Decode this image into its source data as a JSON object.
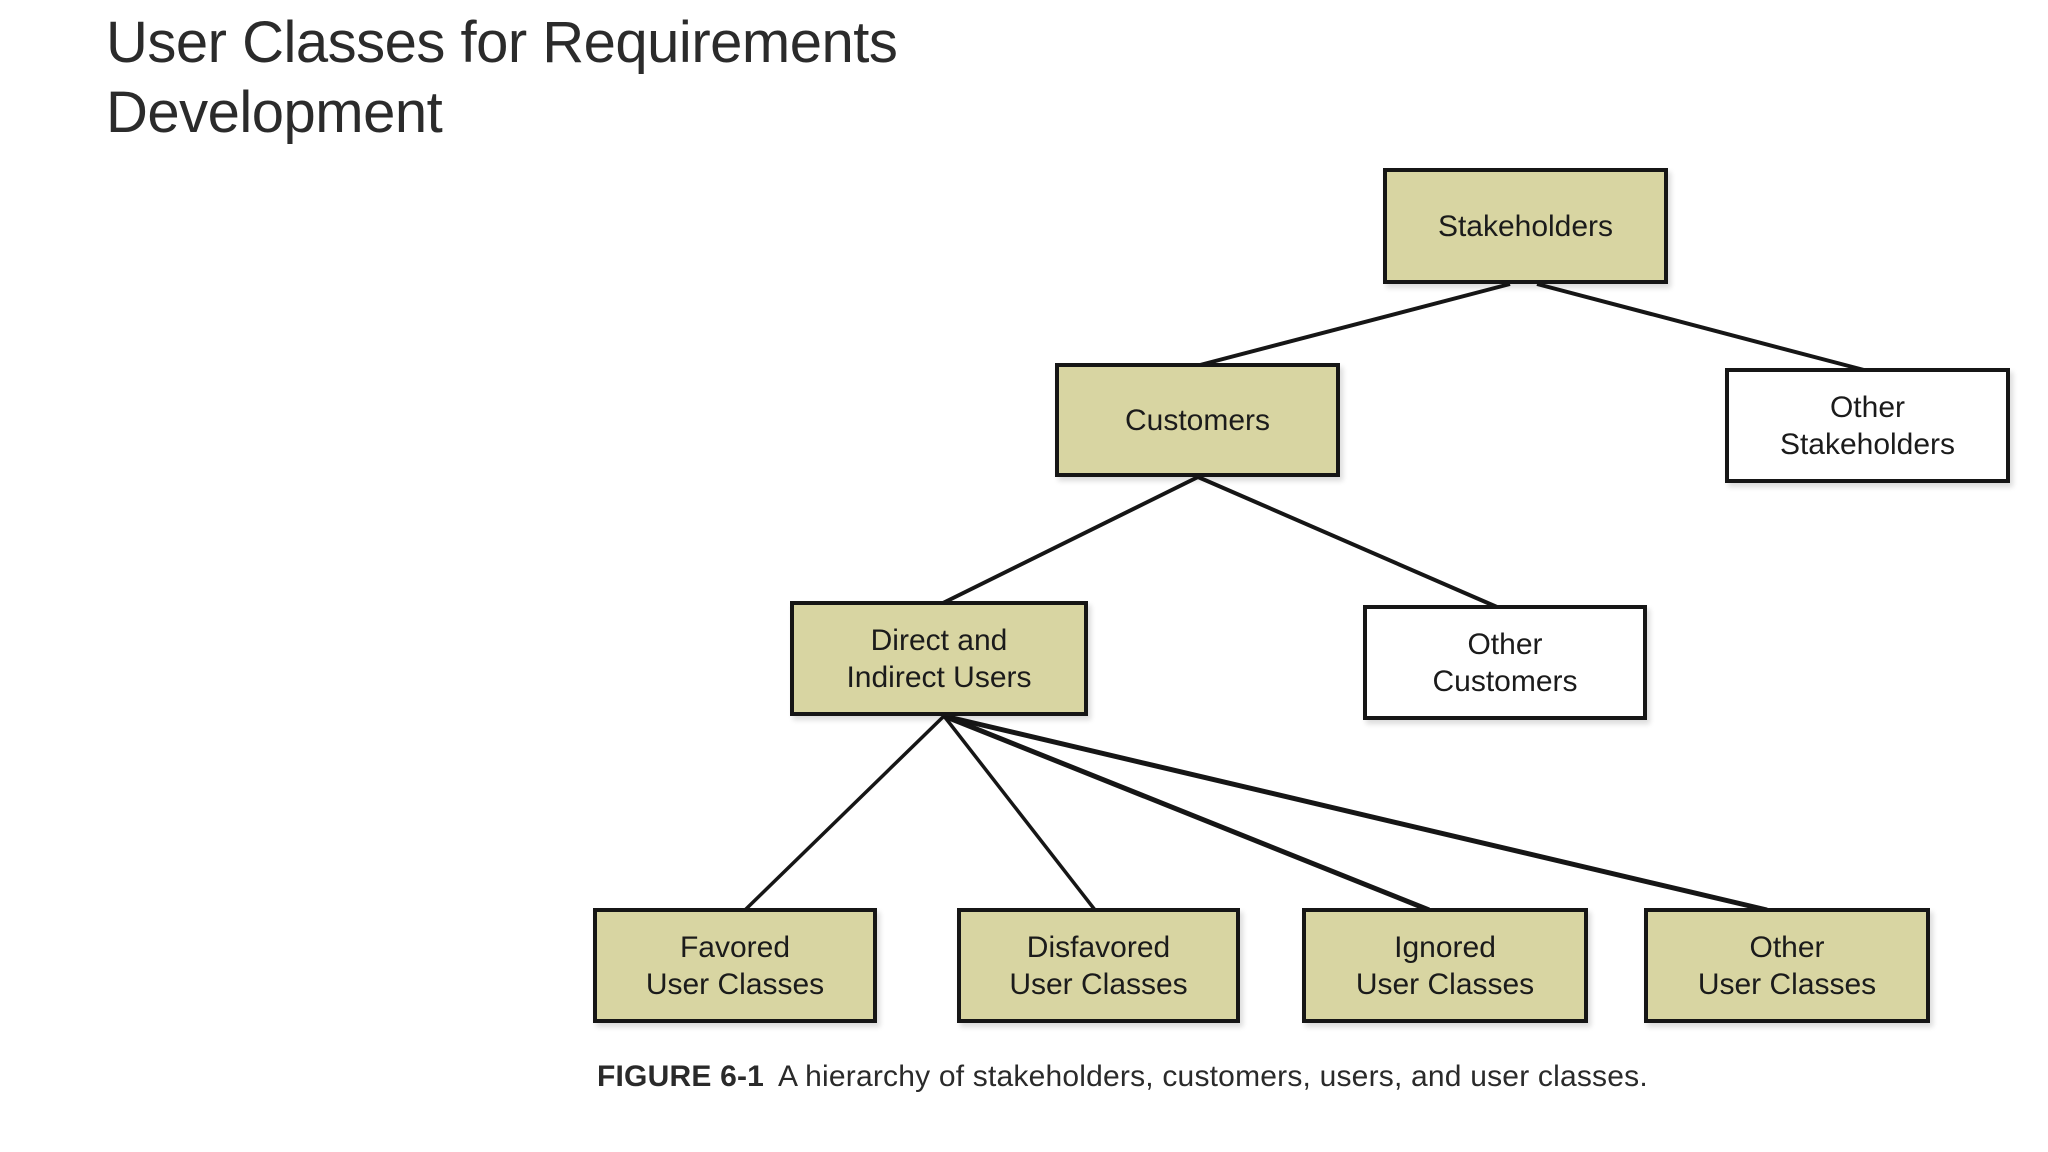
{
  "slide": {
    "title": "User Classes for Requirements\nDevelopment"
  },
  "nodes": {
    "stakeholders": {
      "label": "Stakeholders",
      "fill": "#d8d5a2"
    },
    "customers": {
      "label": "Customers",
      "fill": "#d8d5a2"
    },
    "other_stakeholders": {
      "label": "Other\nStakeholders",
      "fill": "#ffffff"
    },
    "direct_indirect": {
      "label": "Direct and\nIndirect Users",
      "fill": "#d8d5a2"
    },
    "other_customers": {
      "label": "Other\nCustomers",
      "fill": "#ffffff"
    },
    "favored": {
      "label": "Favored\nUser Classes",
      "fill": "#d8d5a2"
    },
    "disfavored": {
      "label": "Disfavored\nUser Classes",
      "fill": "#d8d5a2"
    },
    "ignored": {
      "label": "Ignored\nUser Classes",
      "fill": "#d8d5a2"
    },
    "other_user_classes": {
      "label": "Other\nUser Classes",
      "fill": "#d8d5a2"
    }
  },
  "diagram": {
    "type": "tree",
    "root": "Stakeholders",
    "edges": [
      [
        "Stakeholders",
        "Customers"
      ],
      [
        "Stakeholders",
        "Other Stakeholders"
      ],
      [
        "Customers",
        "Direct and Indirect Users"
      ],
      [
        "Customers",
        "Other Customers"
      ],
      [
        "Direct and Indirect Users",
        "Favored User Classes"
      ],
      [
        "Direct and Indirect Users",
        "Disfavored User Classes"
      ],
      [
        "Direct and Indirect Users",
        "Ignored User Classes"
      ],
      [
        "Direct and Indirect Users",
        "Other User Classes"
      ]
    ]
  },
  "figure": {
    "caption_label": "FIGURE 6-1",
    "caption_text": "A hierarchy of stakeholders, customers, users, and user classes."
  },
  "colors": {
    "background": "#ffffff",
    "node_fill_khaki": "#d8d5a2",
    "node_fill_white": "#ffffff",
    "node_border": "#161616",
    "edge_stroke": "#161616",
    "title_text": "#2b2b2b",
    "caption_text": "#2a2a2a"
  }
}
